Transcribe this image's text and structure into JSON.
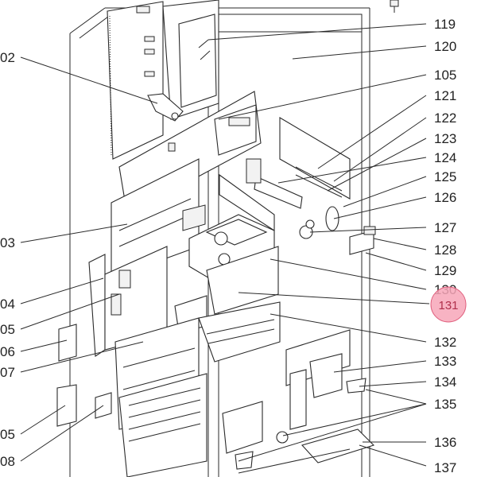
{
  "colors": {
    "line": "#2a2a2a",
    "label": "#222222",
    "highlight_fill": "#f7a6b8",
    "highlight_stroke": "#e0607e",
    "highlight_text": "#b0304c"
  },
  "right_labels": [
    "119",
    "120",
    "105",
    "121",
    "122",
    "123",
    "124",
    "125",
    "126",
    "127",
    "128",
    "129",
    "130",
    "132",
    "133",
    "134",
    "135",
    "136",
    "137"
  ],
  "left_labels": [
    "02",
    "03",
    "04",
    "05",
    "06",
    "07",
    "05",
    "08"
  ],
  "highlight": {
    "label": "131"
  }
}
